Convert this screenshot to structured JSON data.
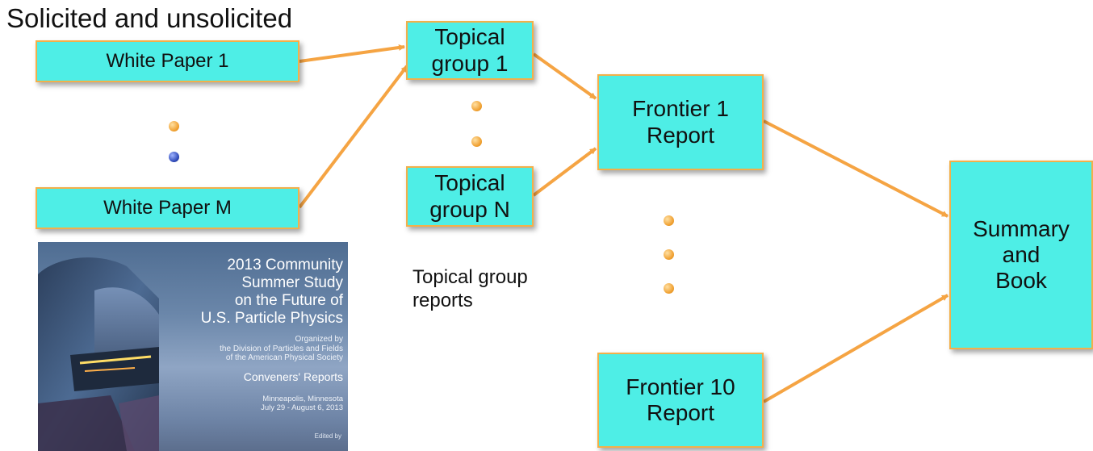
{
  "heading": "Solicited and unsolicited",
  "white_papers": {
    "first": "White Paper 1",
    "last": "White Paper M"
  },
  "topical_groups": {
    "first": [
      "Topical",
      "group 1"
    ],
    "last": [
      "Topical",
      "group N"
    ],
    "caption": [
      "Topical group",
      "reports"
    ]
  },
  "frontiers": {
    "first": [
      "Frontier 1",
      "Report"
    ],
    "last": [
      "Frontier 10",
      "Report"
    ]
  },
  "summary": [
    "Summary",
    "and",
    "Book"
  ],
  "cover": {
    "title": [
      "2013 Community",
      "Summer Study",
      "on the Future of",
      "U.S. Particle Physics"
    ],
    "organizer": [
      "Organized by",
      "the Division of Particles and Fields",
      "of the American Physical Society"
    ],
    "reports": "Conveners' Reports",
    "place": [
      "Minneapolis, Minnesota",
      "July 29 - August 6, 2013"
    ],
    "edited": "Edited by"
  },
  "colors": {
    "box_fill": "#4eeee6",
    "box_border": "#f2b04a",
    "arrow": "#f5a443",
    "dot_orange": "#f0a030",
    "dot_blue": "#2e49b8"
  }
}
